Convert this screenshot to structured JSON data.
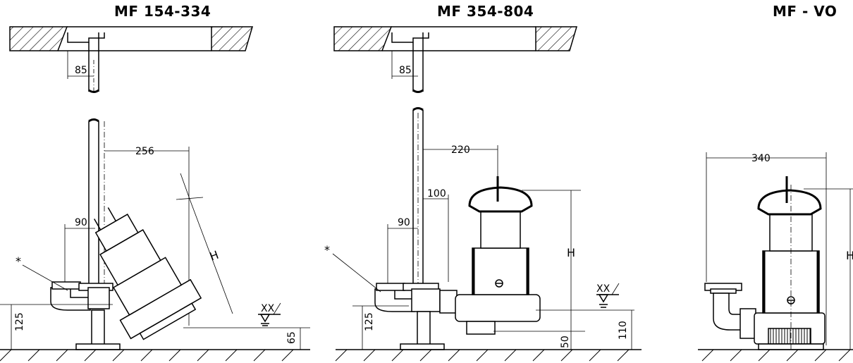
{
  "titles": [
    "MF 154-334",
    "MF 354-804",
    "MF - VO"
  ],
  "dimensions": {
    "d1": {
      "top_offset": "85",
      "pipe_offset": "256",
      "base_offset": "90",
      "height_label": "H",
      "inlet_height": "125",
      "level_height": "65",
      "star": "*",
      "level_marker": "XX"
    },
    "d2": {
      "top_offset": "85",
      "pipe_offset": "220",
      "coupling_offset": "100",
      "base_offset": "90",
      "height_label": "H",
      "inlet_height": "125",
      "low_height": "50",
      "level_height": "110",
      "star": "*",
      "level_marker": "XX"
    },
    "d3": {
      "width": "340",
      "height_label": "H"
    }
  },
  "colors": {
    "line": "#000000",
    "background": "#ffffff"
  }
}
